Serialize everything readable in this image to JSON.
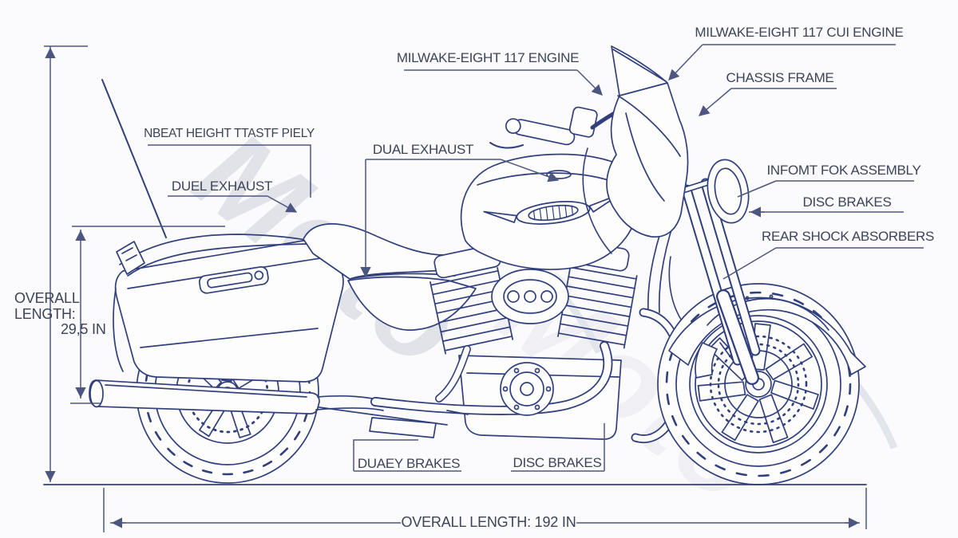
{
  "diagram": {
    "type": "motorcycle technical blueprint",
    "watermark": "Moto"
  },
  "callouts": {
    "engine_cui": "MILWAKE-EIGHT 117 CUI ENGINE",
    "chassis_frame": "CHASSIS FRAME",
    "engine_117": "MILWAKE-EIGHT 117 ENGINE",
    "seat_height": "NBEAT HEIGHT TTASTF PIELY",
    "duel_exhaust": "DUEL EXHAUST",
    "dual_exhaust": "DUAL EXHAUST",
    "front_fork": "INFOMT FOK ASSEMBLY",
    "disc_brakes_right": "DISC BRAKES",
    "rear_shock": "REAR SHOCK ABSORBERS",
    "rear_brakes_bottom": "DUAEY BRAKES",
    "disc_brakes_bottom": "DISC BRAKES"
  },
  "dimensions": {
    "overall_height": {
      "line1": "OVERALL",
      "line2": "LENGTH:",
      "value": "29,5 IN"
    },
    "overall_length": {
      "label": "OVERALL LENGTH: 192 IN"
    }
  },
  "colors": {
    "ink": "#31407c",
    "leader": "#4d5680",
    "label_text": "#3d4457",
    "watermark": "#a8adbe",
    "background": "#fbfbfd"
  }
}
